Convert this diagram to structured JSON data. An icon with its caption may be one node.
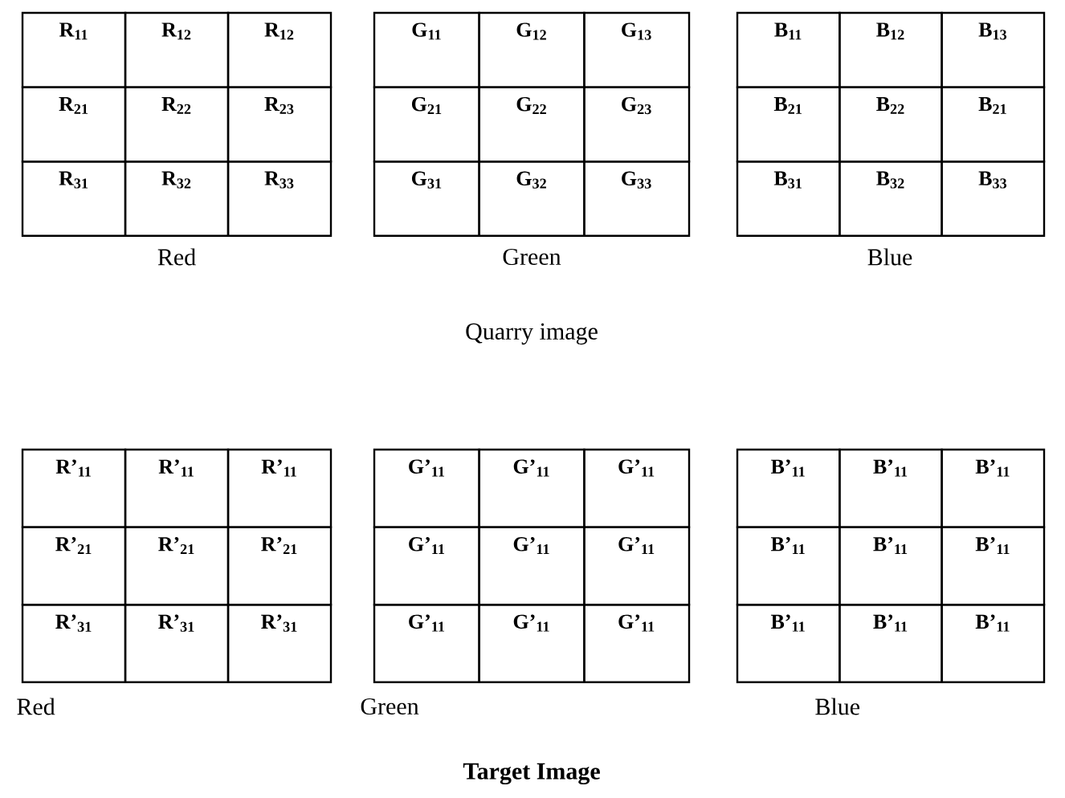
{
  "diagram": {
    "labels": [
      "R$_{11}$",
      "R$_{12}$",
      "R$_{12}$",
      "R$_{21}$",
      "R$_{22}$",
      "R$_{23}$",
      "R$_{31}$",
      "R$_{32}$",
      "R$_{33}$",
      "G$_{11}$",
      "G$_{12}$",
      "G$_{13}$",
      "G$_{21}$",
      "G$_{22}$",
      "G$_{23}$",
      "G$_{31}$",
      "G$_{32}$",
      "G$_{33}$",
      "B$_{11}$",
      "B$_{12}$",
      "B$_{13}$",
      "B$_{21}$",
      "B$_{22}$",
      "B$_{21}$",
      "B$_{31}$",
      "B$_{32}$",
      "B$_{33}$",
      "Red",
      "Green",
      "Blue",
      "Quarry image",
      "R’$_{11}$",
      "R’$_{11}$",
      "R’$_{11}$",
      "R’$_{21}$",
      "R’$_{21}$",
      "R’$_{21}$",
      "R’$_{31}$",
      "R’$_{31}$",
      "R’$_{31}$",
      "G’$_{11}$",
      "G’$_{11}$",
      "G’$_{11}$",
      "G’$_{11}$",
      "G’$_{11}$",
      "G’$_{11}$",
      "G’$_{11}$",
      "G’$_{11}$",
      "G’$_{11}$",
      "B’$_{11}$",
      "B’$_{11}$",
      "B’$_{11}$",
      "B’$_{11}$",
      "B’$_{11}$",
      "B’$_{11}$",
      "B’$_{11}$",
      "B’$_{11}$",
      "B’$_{11}$",
      "Red",
      "Green",
      "Blue",
      "Target Image"
    ]
  }
}
